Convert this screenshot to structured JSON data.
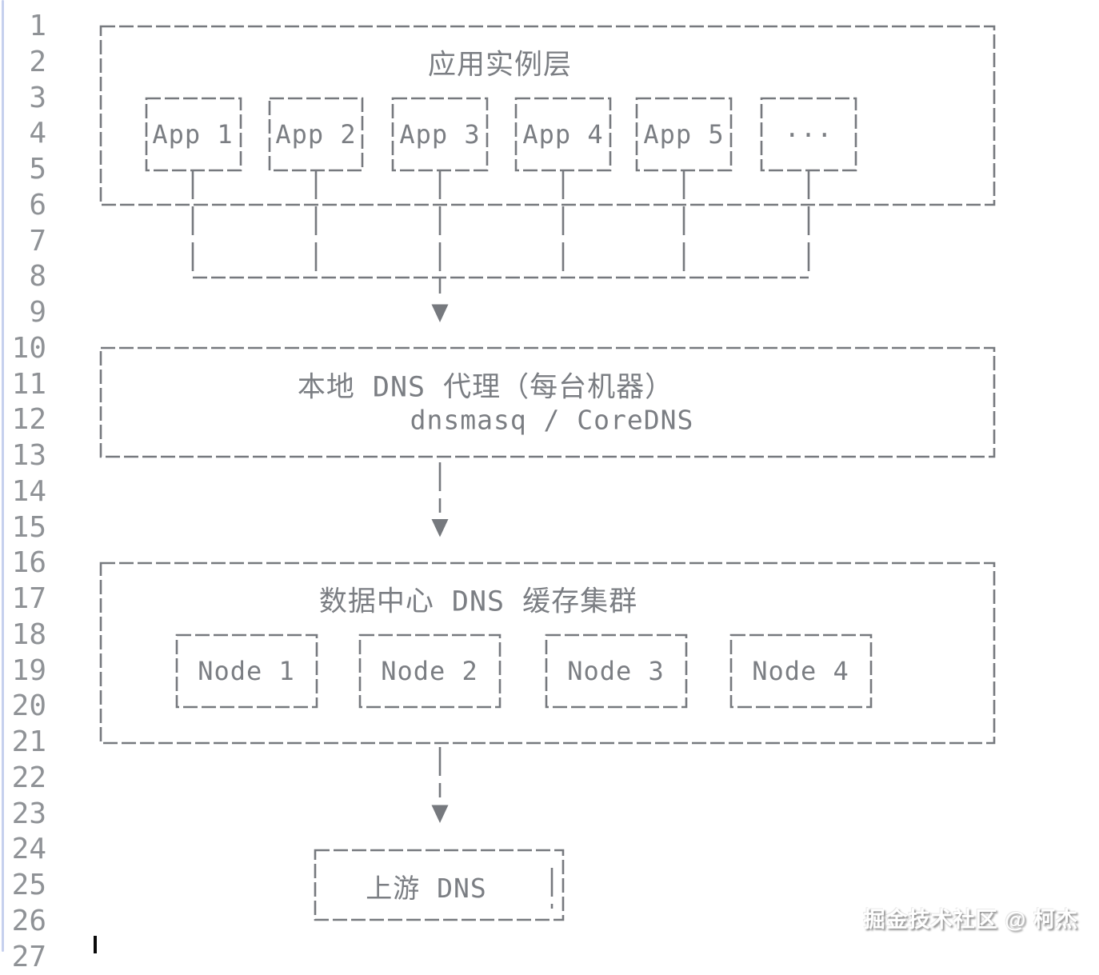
{
  "editor": {
    "line_numbers": [
      "1",
      "2",
      "3",
      "4",
      "5",
      "6",
      "7",
      "8",
      "9",
      "10",
      "11",
      "12",
      "13",
      "14",
      "15",
      "16",
      "17",
      "18",
      "19",
      "20",
      "21",
      "22",
      "23",
      "24",
      "25",
      "26",
      "27"
    ]
  },
  "diagram": {
    "app_layer": {
      "title": "应用实例层",
      "apps": [
        {
          "label": "App 1"
        },
        {
          "label": "App 2"
        },
        {
          "label": "App 3"
        },
        {
          "label": "App 4"
        },
        {
          "label": "App 5"
        },
        {
          "label": "..."
        }
      ]
    },
    "local_dns": {
      "title": "本地 DNS 代理（每台机器）",
      "subtitle": "dnsmasq / CoreDNS"
    },
    "dc_cluster": {
      "title": "数据中心 DNS 缓存集群",
      "nodes": [
        {
          "label": "Node 1"
        },
        {
          "label": "Node 2"
        },
        {
          "label": "Node 3"
        },
        {
          "label": "Node 4"
        }
      ]
    },
    "upstream": {
      "title": "上游 DNS"
    }
  },
  "watermark": {
    "text": "掘金技术社区 @ 柯杰"
  },
  "colors": {
    "diagram_line": "#76797e",
    "diagram_text": "#7b7e83",
    "line_number": "#8f9296",
    "gutter_border": "#c6d0ee",
    "background": "#ffffff",
    "cursor": "#0a0a0a",
    "watermark_fill": "#ffffff",
    "watermark_shadow": "#8e8e8e"
  }
}
